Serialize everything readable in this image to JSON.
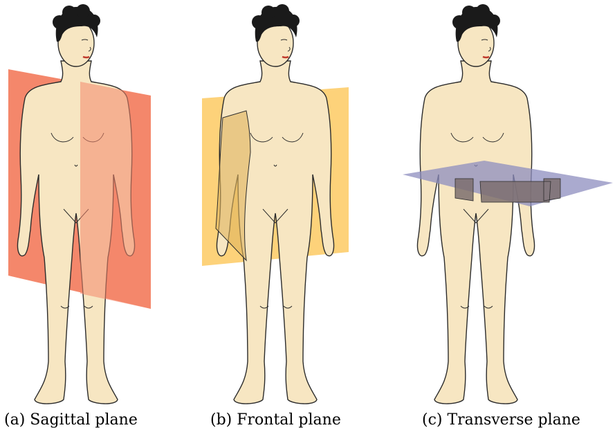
{
  "figure": {
    "panels": [
      {
        "id": "a",
        "caption": "(a) Sagittal plane",
        "plane_color": "#f4876b"
      },
      {
        "id": "b",
        "caption": "(b) Frontal plane",
        "plane_color": "#fdd27a"
      },
      {
        "id": "c",
        "caption": "(c) Transverse plane",
        "plane_color": "#8e8dbf"
      }
    ],
    "colors": {
      "skin": "#f7e6c2",
      "hair": "#1a1a1a",
      "outline": "#2b2b2b",
      "lips": "#c0392b"
    }
  }
}
